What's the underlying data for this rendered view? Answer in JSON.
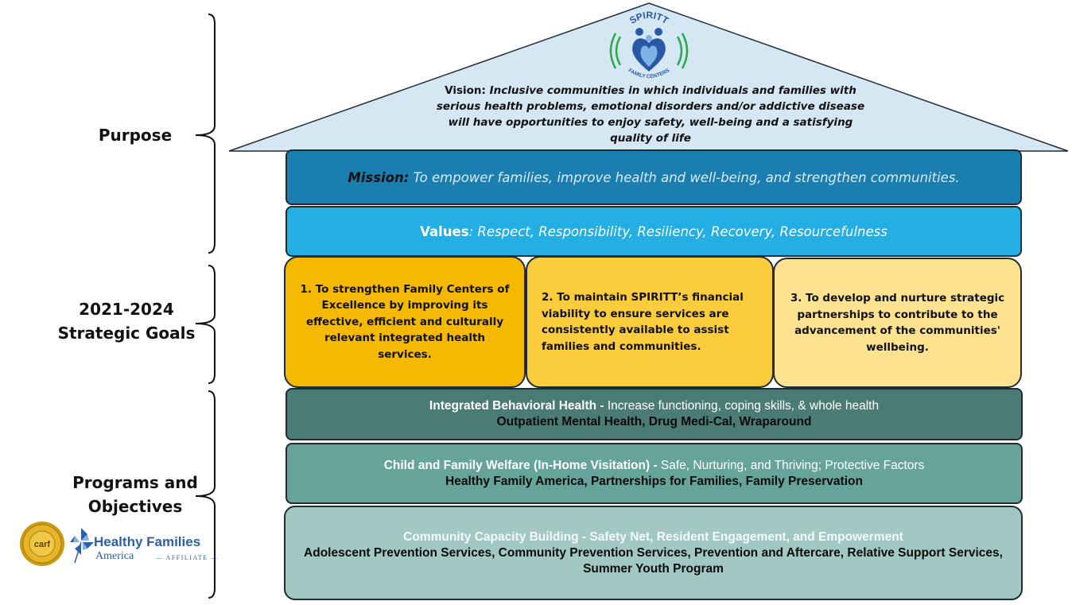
{
  "labels": {
    "purpose": "Purpose",
    "goals": [
      "2021-2024",
      "Strategic Goals"
    ],
    "programs": [
      "Programs and",
      "Objectives"
    ]
  },
  "logo": {
    "name": "SPIRITT",
    "tagline": "FAMILY CENTERS",
    "colors": {
      "blue": "#2a58a8",
      "light_blue": "#7fb2e6",
      "green": "#2fa84f"
    }
  },
  "vision": {
    "label": "Vision: ",
    "text": "Inclusive communities in which individuals and families with serious health problems, emotional disorders and/or addictive disease will have opportunities to enjoy safety, well-being and a satisfying quality of life"
  },
  "mission": {
    "label": "Mission:",
    "text": " To empower families, improve health and well-being, and strengthen communities."
  },
  "values": {
    "label": "Values",
    "text": ": Respect, Responsibility, Resiliency, Recovery, Resourcefulness"
  },
  "goals": [
    "1. To strengthen Family Centers of Excellence by improving its effective, efficient and culturally relevant integrated health services.",
    "2. To maintain SPIRITT’s financial viability to ensure services are consistently available to assist families and communities.",
    "3.  To develop and nurture strategic partnerships to contribute to the advancement of the communities' wellbeing."
  ],
  "programs": [
    {
      "title": "Integrated Behavioral Health - ",
      "desc": " Increase functioning, coping skills, & whole health",
      "list": "Outpatient Mental Health, Drug Medi-Cal, Wraparound"
    },
    {
      "title": "Child and Family Welfare (In-Home Visitation) - ",
      "desc": " Safe, Nurturing, and Thriving; Protective Factors",
      "list": "Healthy Family America, Partnerships for Families, Family Preservation"
    },
    {
      "title": "Community Capacity Building - Safety Net, Resident Engagement, and Empowerment",
      "desc": "",
      "list": "Adolescent Prevention Services, Community Prevention Services, Prevention and Aftercare, Relative Support Services, Summer Youth Program"
    }
  ],
  "partner_logos": {
    "carf": "carf",
    "hfa_name": "Healthy Families",
    "hfa_sub": "America",
    "hfa_affiliate": "— AFFILIATE —"
  },
  "colors": {
    "roof": "#d6e7f4",
    "mission": "#1a7eb1",
    "values": "#23aee4",
    "goal1": "#f4b900",
    "goal2": "#fbcc3c",
    "goal3": "#fde28f",
    "ibh": "#4a7b74",
    "cfw": "#66a39a",
    "ccb": "#a2c8c3"
  }
}
